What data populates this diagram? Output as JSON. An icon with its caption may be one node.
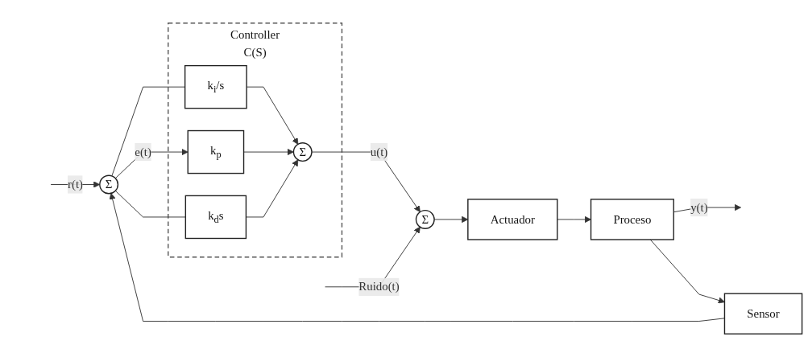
{
  "diagram": {
    "nodes": [
      {
        "text": [
          "Σ"
        ]
      },
      {
        "text": [
          "Controller",
          "C(S)"
        ]
      },
      {
        "text": [
          "k$_{i}$/s"
        ],
        "in": 1
      },
      {
        "text": [
          "k$_{p}$"
        ],
        "in": 1
      },
      {
        "text": [
          "k$_{d}$s"
        ],
        "in": 1
      },
      {
        "text": [
          "Σ"
        ],
        "in": 1
      },
      {
        "text": [
          "Σ"
        ]
      },
      {
        "text": [
          "Actuador"
        ]
      },
      {
        "text": [
          "Proceso"
        ]
      },
      {
        "text": [
          "Sensor"
        ]
      }
    ],
    "edges": [
      {
        "from": null,
        "to": 0,
        "arrow": "to",
        "label": "r(t)"
      },
      {
        "from": 0,
        "to": 2,
        "arrow": "none"
      },
      {
        "from": 0,
        "to": 3,
        "arrow": "to",
        "label": "e(t)"
      },
      {
        "from": 0,
        "to": 4,
        "arrow": "none"
      },
      {
        "from": 2,
        "to": 5,
        "arrow": "to"
      },
      {
        "from": 3,
        "to": 5,
        "arrow": "to"
      },
      {
        "from": 4,
        "to": 5,
        "arrow": "to"
      },
      {
        "from": 5,
        "to": 6,
        "arrow": "to",
        "label": "u(t)"
      },
      {
        "from": null,
        "to": 6,
        "arrow": "to",
        "label": "Ruido(t)"
      },
      {
        "from": 6,
        "to": 7,
        "arrow": "to"
      },
      {
        "from": 7,
        "to": 8,
        "arrow": "to"
      },
      {
        "from": 8,
        "to": null,
        "arrow": "to",
        "label": "y(t)"
      },
      {
        "from": 8,
        "to": 9,
        "arrow": "to"
      },
      {
        "from": 9,
        "to": 0,
        "arrow": "to"
      }
    ]
  }
}
